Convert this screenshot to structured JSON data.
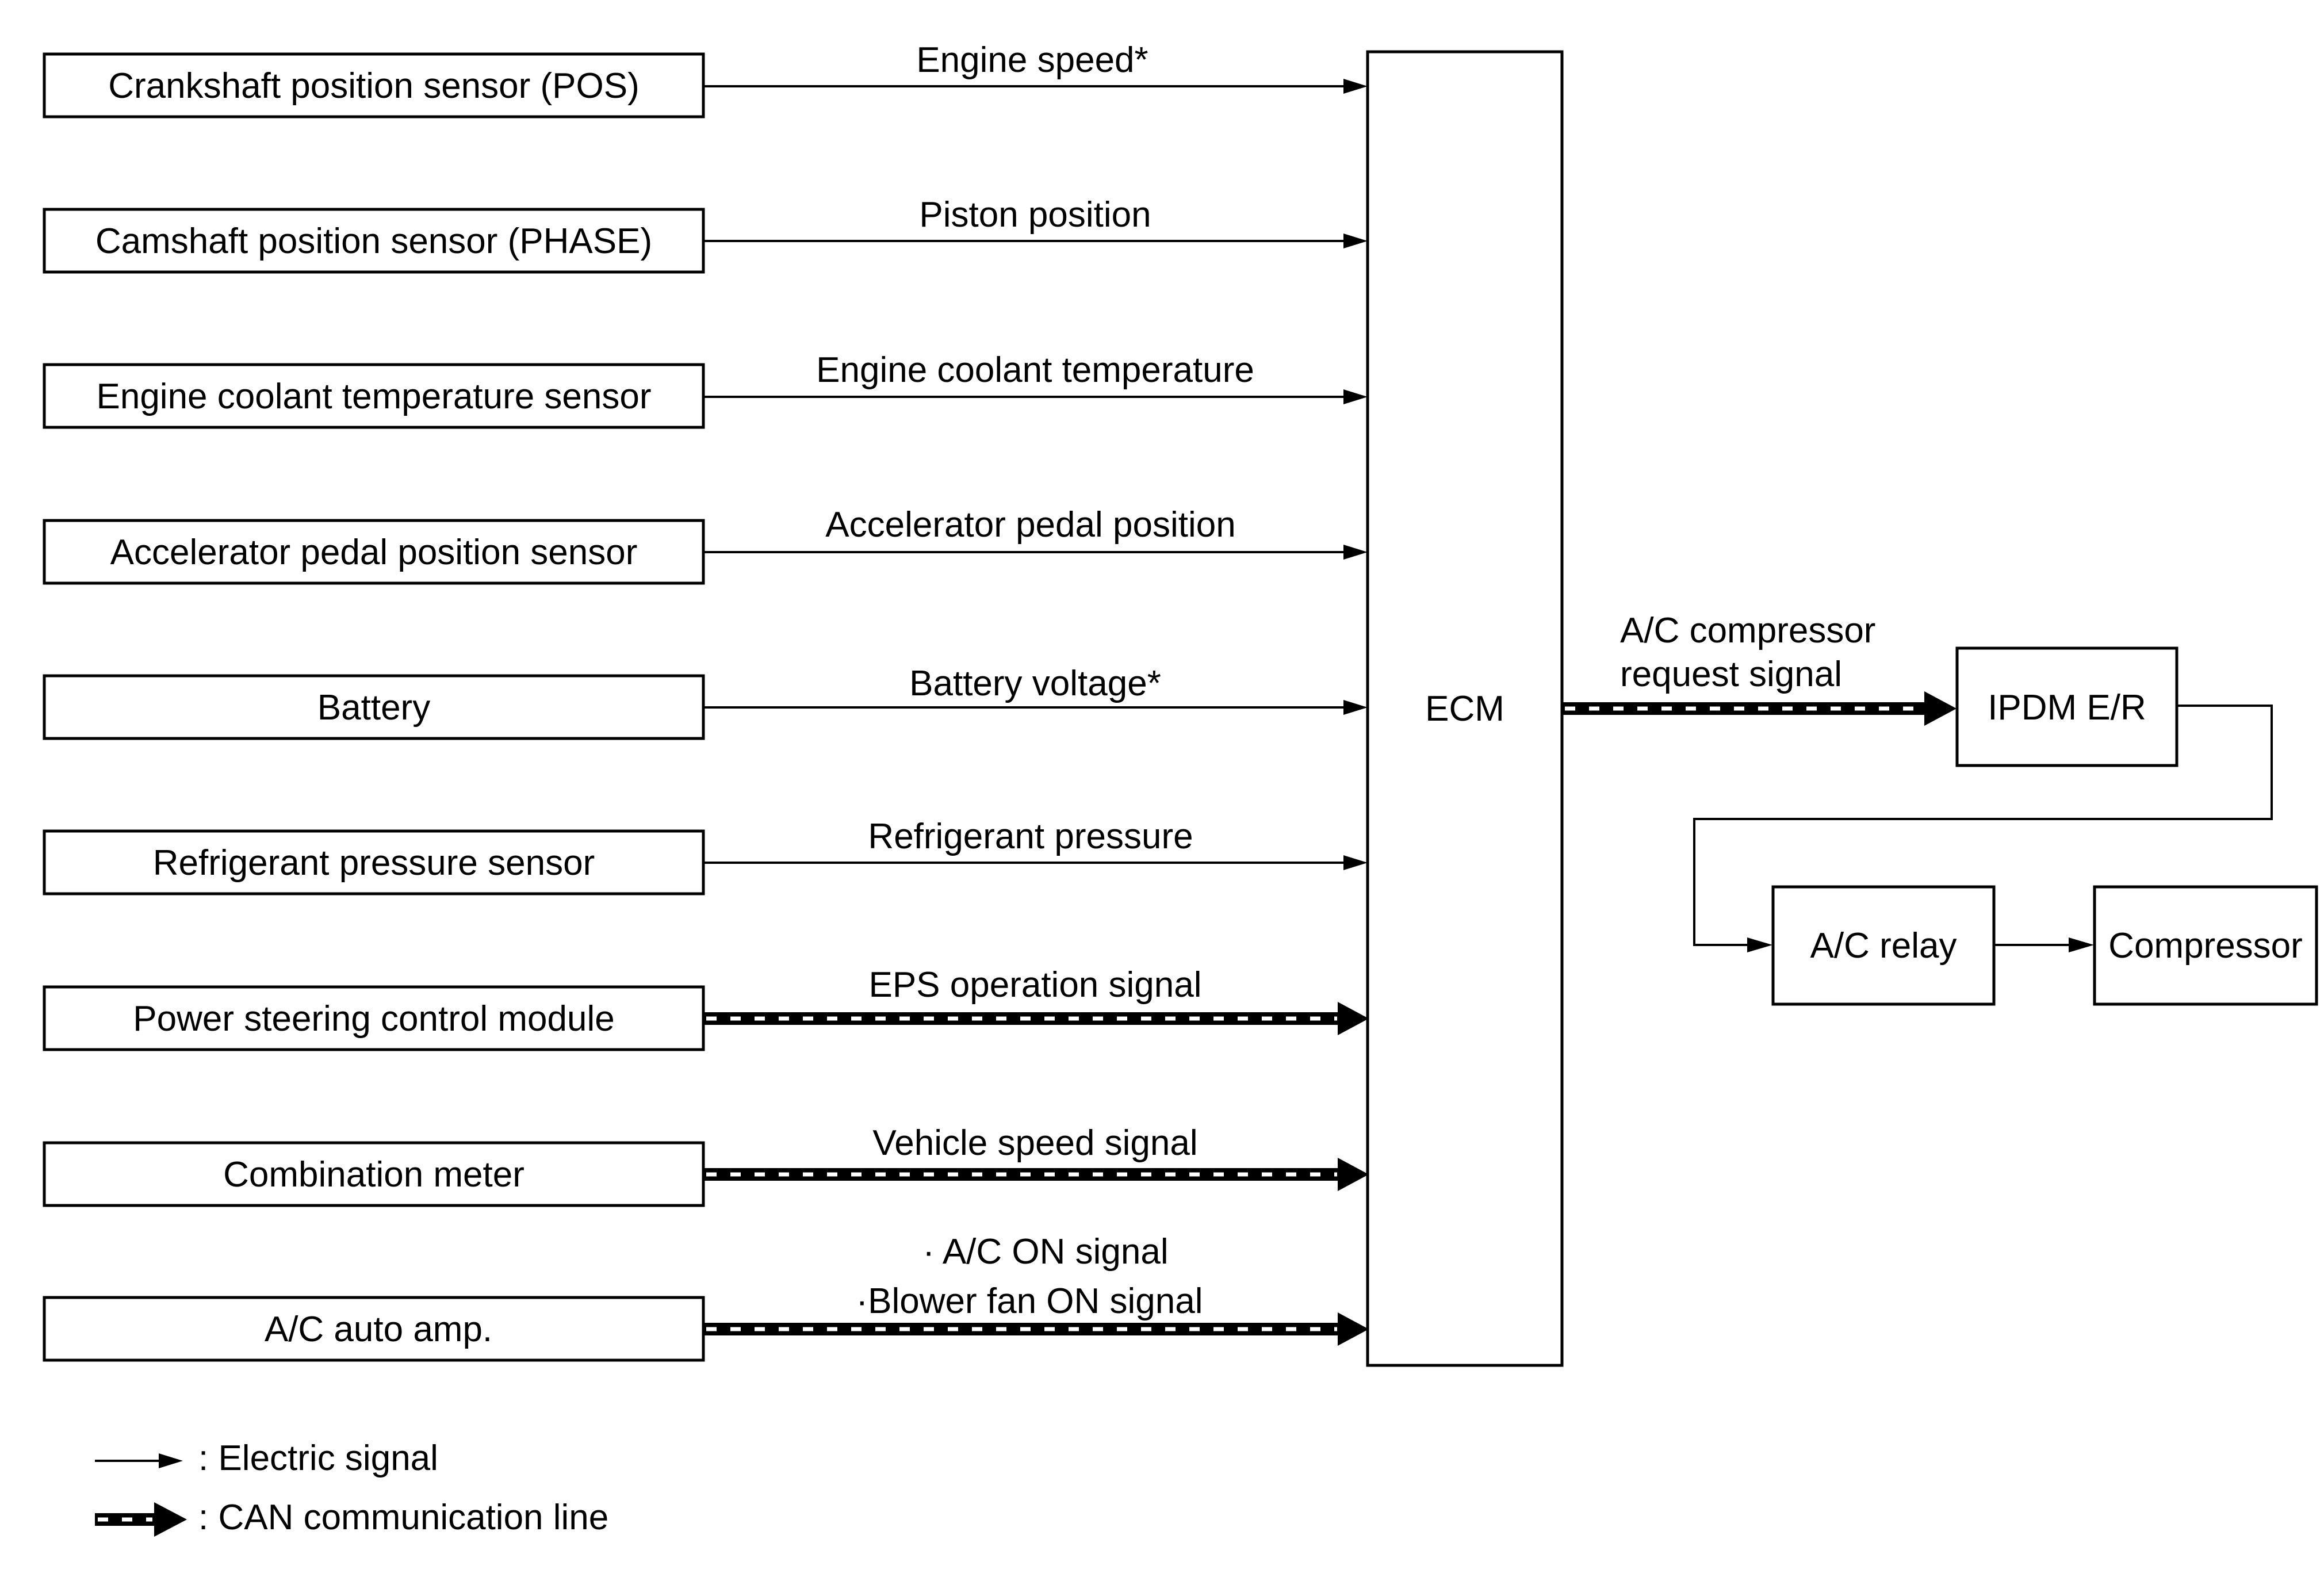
{
  "diagram": {
    "inputs": [
      {
        "box_label": "Crankshaft position sensor (POS)",
        "signal_label": "Engine speed*",
        "line": "electric"
      },
      {
        "box_label": "Camshaft position sensor (PHASE)",
        "signal_label": "Piston position",
        "line": "electric"
      },
      {
        "box_label": "Engine coolant temperature sensor",
        "signal_label": "Engine coolant temperature",
        "line": "electric"
      },
      {
        "box_label": "Accelerator pedal position sensor",
        "signal_label": "Accelerator pedal position",
        "line": "electric"
      },
      {
        "box_label": "Battery",
        "signal_label": "Battery voltage*",
        "line": "electric"
      },
      {
        "box_label": "Refrigerant pressure sensor",
        "signal_label": "Refrigerant pressure",
        "line": "electric"
      },
      {
        "box_label": "Power steering control module",
        "signal_label": "EPS operation signal",
        "line": "can"
      },
      {
        "box_label": "Combination meter",
        "signal_label": "Vehicle speed signal",
        "line": "can"
      },
      {
        "box_label": "A/C auto amp.",
        "signal_label_line1": "· A/C ON signal",
        "signal_label_line2": "·Blower fan ON  signal",
        "line": "can"
      }
    ],
    "ecm_label": "ECM",
    "ecm_output_label_line1": "A/C compressor",
    "ecm_output_label_line2": "request signal",
    "ipdm_label": "IPDM E/R",
    "relay_label": "A/C relay",
    "compressor_label": "Compressor"
  },
  "legend": {
    "electric_label": ": Electric signal",
    "can_label": ": CAN communication line"
  }
}
